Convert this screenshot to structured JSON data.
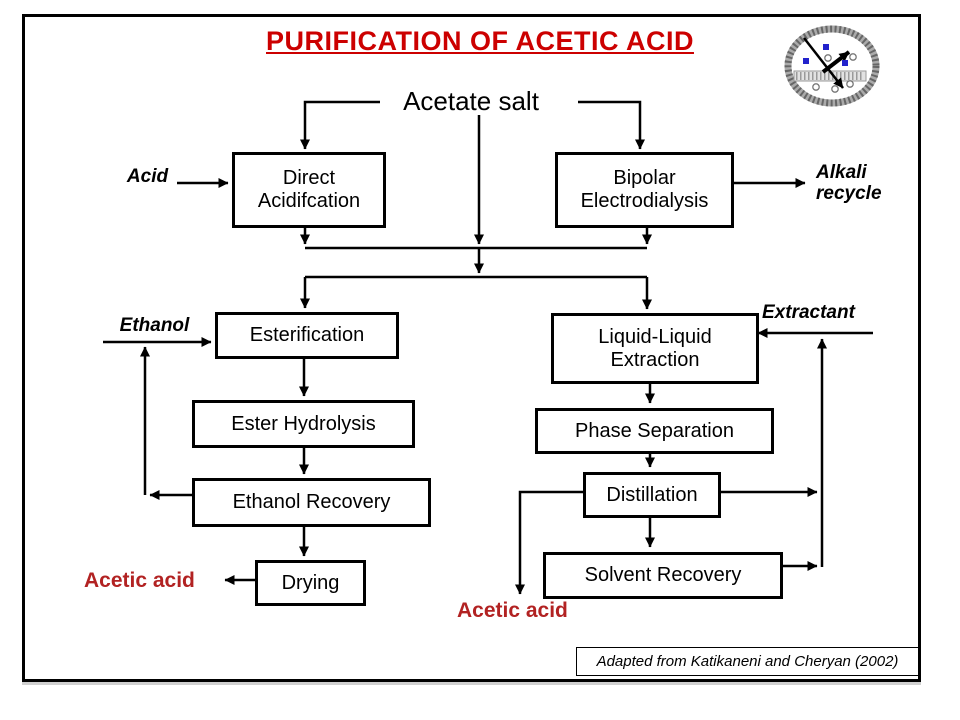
{
  "slide": {
    "title": "PURIFICATION OF ACETIC ACID",
    "source_note": "Adapted from Katikaneni and Cheryan (2002)"
  },
  "colors": {
    "title_red": "#cc0000",
    "product_red": "#b22222",
    "line_black": "#000000",
    "logo_blue": "#2222cc"
  },
  "flow": {
    "feed": "Acetate salt",
    "boxes": {
      "direct_acidification": "Direct Acidifcation",
      "bipolar_electrodialysis": "Bipolar Electrodialysis",
      "esterification": "Esterification",
      "ester_hydrolysis": "Ester Hydrolysis",
      "ethanol_recovery": "Ethanol Recovery",
      "drying": "Drying",
      "liquid_liquid_extraction": "Liquid-Liquid Extraction",
      "phase_separation": "Phase Separation",
      "distillation": "Distillation",
      "solvent_recovery": "Solvent Recovery"
    },
    "streams": {
      "acid": "Acid",
      "alkali_recycle": "Alkali recycle",
      "ethanol": "Ethanol",
      "extractant": "Extractant",
      "acetic_acid_left": "Acetic acid",
      "acetic_acid_bottom": "Acetic acid"
    }
  },
  "logo": {
    "name": "membrane-process-logo"
  }
}
